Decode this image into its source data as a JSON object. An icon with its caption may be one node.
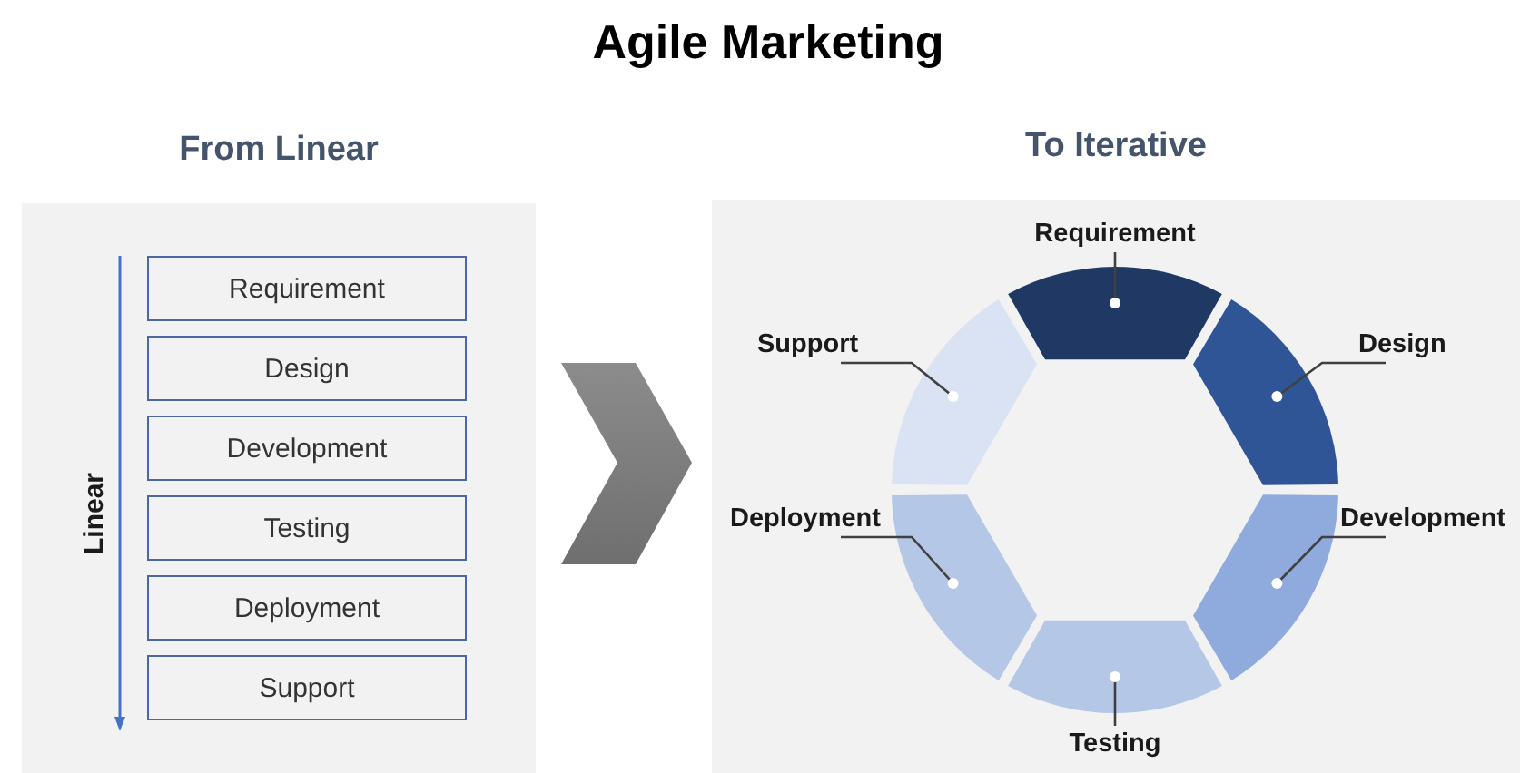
{
  "diagram": {
    "title": "Agile Marketing",
    "nodes": [
      {
        "text": [
          "From Linear"
        ]
      },
      {
        "text": [
          "Requirement"
        ],
        "in": 0
      },
      {
        "text": [
          "Design"
        ],
        "in": 0
      },
      {
        "text": [
          "Development"
        ],
        "in": 0
      },
      {
        "text": [
          "Testing"
        ],
        "in": 0
      },
      {
        "text": [
          "Deployment"
        ],
        "in": 0
      },
      {
        "text": [
          "Support"
        ],
        "in": 0
      },
      {
        "text": [
          "To Iterative"
        ]
      },
      {
        "text": [
          "Requirement"
        ],
        "in": 7
      },
      {
        "text": [
          "Support"
        ],
        "in": 7
      },
      {
        "text": [
          "Design"
        ],
        "in": 7
      },
      {
        "text": [
          "Deployment"
        ],
        "in": 7
      },
      {
        "text": [
          "Development"
        ],
        "in": 7
      },
      {
        "text": [
          "Testing"
        ],
        "in": 7
      },
      {
        "text": [],
        "shape": "arc",
        "in": 7
      },
      {
        "text": [],
        "shape": "arc",
        "in": 7
      },
      {
        "text": [],
        "shape": "arc",
        "in": 7
      },
      {
        "text": [],
        "shape": "arc",
        "in": 7
      },
      {
        "text": [],
        "shape": "arc",
        "in": 7
      },
      {
        "text": [],
        "shape": "arc",
        "in": 7
      }
    ],
    "edges": [
      {
        "from": 0,
        "to": 7,
        "arrow": "to"
      },
      {
        "from": 8,
        "to": 14,
        "arrow": "other"
      },
      {
        "from": 9,
        "to": 15,
        "arrow": "other"
      },
      {
        "from": 10,
        "to": 16,
        "arrow": "other"
      },
      {
        "from": 11,
        "to": 17,
        "arrow": "other"
      },
      {
        "from": 12,
        "to": 18,
        "arrow": "other"
      },
      {
        "from": 13,
        "to": 19,
        "arrow": "other"
      }
    ],
    "labels": [
      "Linear"
    ]
  }
}
